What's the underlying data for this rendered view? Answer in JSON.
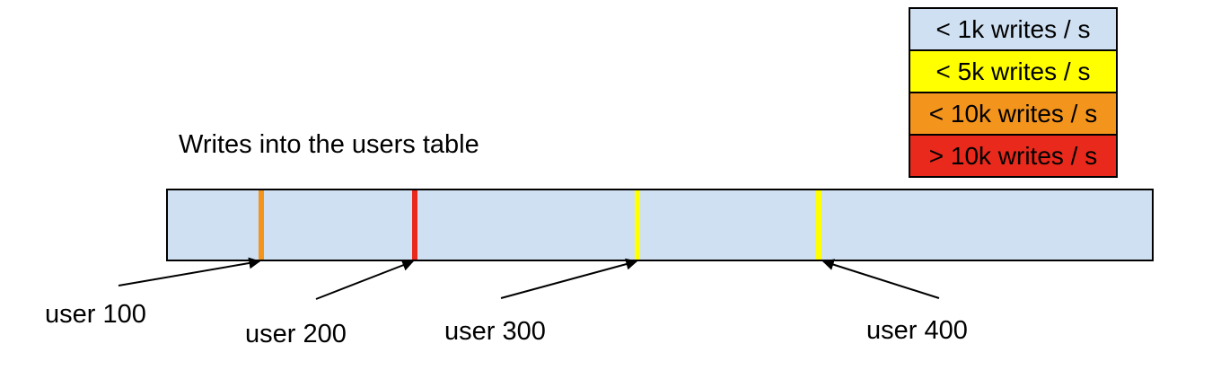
{
  "diagram": {
    "title": "Writes into the users table",
    "colors": {
      "bar_fill": "#cfe0f2",
      "lt_1k": "#cfe0f2",
      "lt_5k": "#ffff00",
      "lt_10k": "#f3941d",
      "gt_10k": "#e8291c",
      "outline": "#000000"
    },
    "legend": [
      {
        "label": "< 1k writes / s",
        "color": "#cfe0f2"
      },
      {
        "label": "< 5k writes / s",
        "color": "#ffff00"
      },
      {
        "label": "< 10k writes / s",
        "color": "#f3941d"
      },
      {
        "label": "> 10k writes / s",
        "color": "#e8291c"
      }
    ],
    "bar": {
      "fill": "#cfe0f2",
      "markers": [
        {
          "id": "user 100",
          "color": "#f3941d"
        },
        {
          "id": "user 200",
          "color": "#e8291c"
        },
        {
          "id": "user 300",
          "color": "#ffff00"
        },
        {
          "id": "user 400",
          "color": "#ffff00"
        }
      ]
    }
  }
}
